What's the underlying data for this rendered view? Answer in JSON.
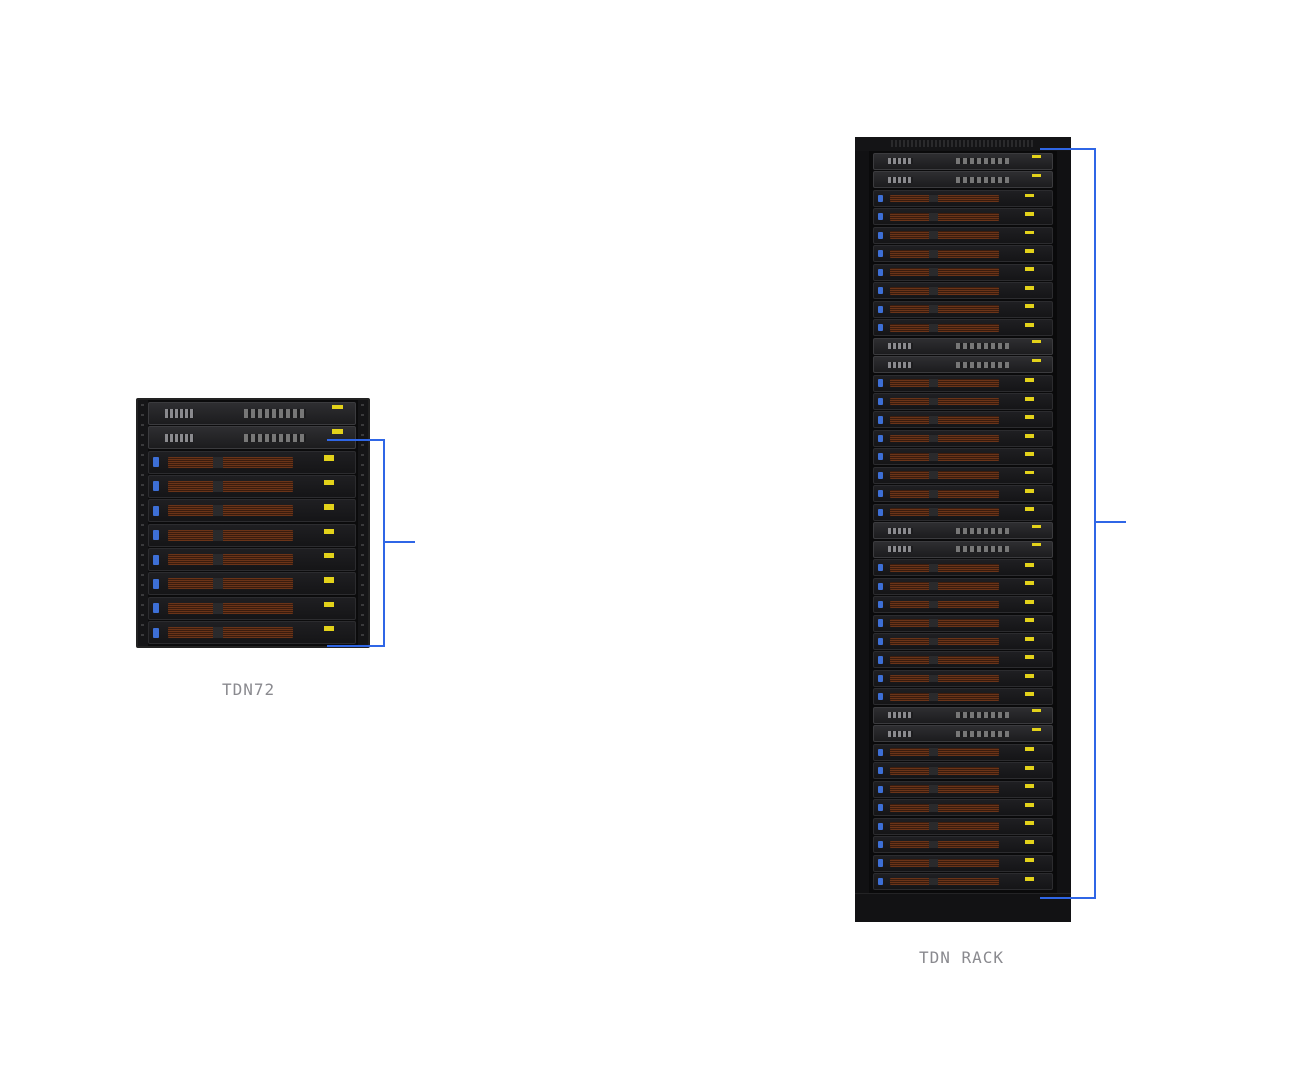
{
  "systems": [
    {
      "id": "small",
      "caption": "TDN72",
      "modules": [
        "switch",
        "switch",
        "sled",
        "sled",
        "sled",
        "sled",
        "sled",
        "sled",
        "sled",
        "sled"
      ],
      "note": "",
      "bracket_color": "#2f66e6",
      "indicator_color": "#e3d21a"
    },
    {
      "id": "big",
      "caption": "TDN RACK",
      "modules": [
        "switch",
        "switch",
        "sled",
        "sled",
        "sled",
        "sled",
        "sled",
        "sled",
        "sled",
        "sled",
        "switch",
        "switch",
        "sled",
        "sled",
        "sled",
        "sled",
        "sled",
        "sled",
        "sled",
        "sled",
        "switch",
        "switch",
        "sled",
        "sled",
        "sled",
        "sled",
        "sled",
        "sled",
        "sled",
        "sled",
        "switch",
        "switch",
        "sled",
        "sled",
        "sled",
        "sled",
        "sled",
        "sled",
        "sled",
        "sled"
      ],
      "note": "",
      "bracket_color": "#2f66e6",
      "indicator_color": "#e3d21a"
    }
  ]
}
